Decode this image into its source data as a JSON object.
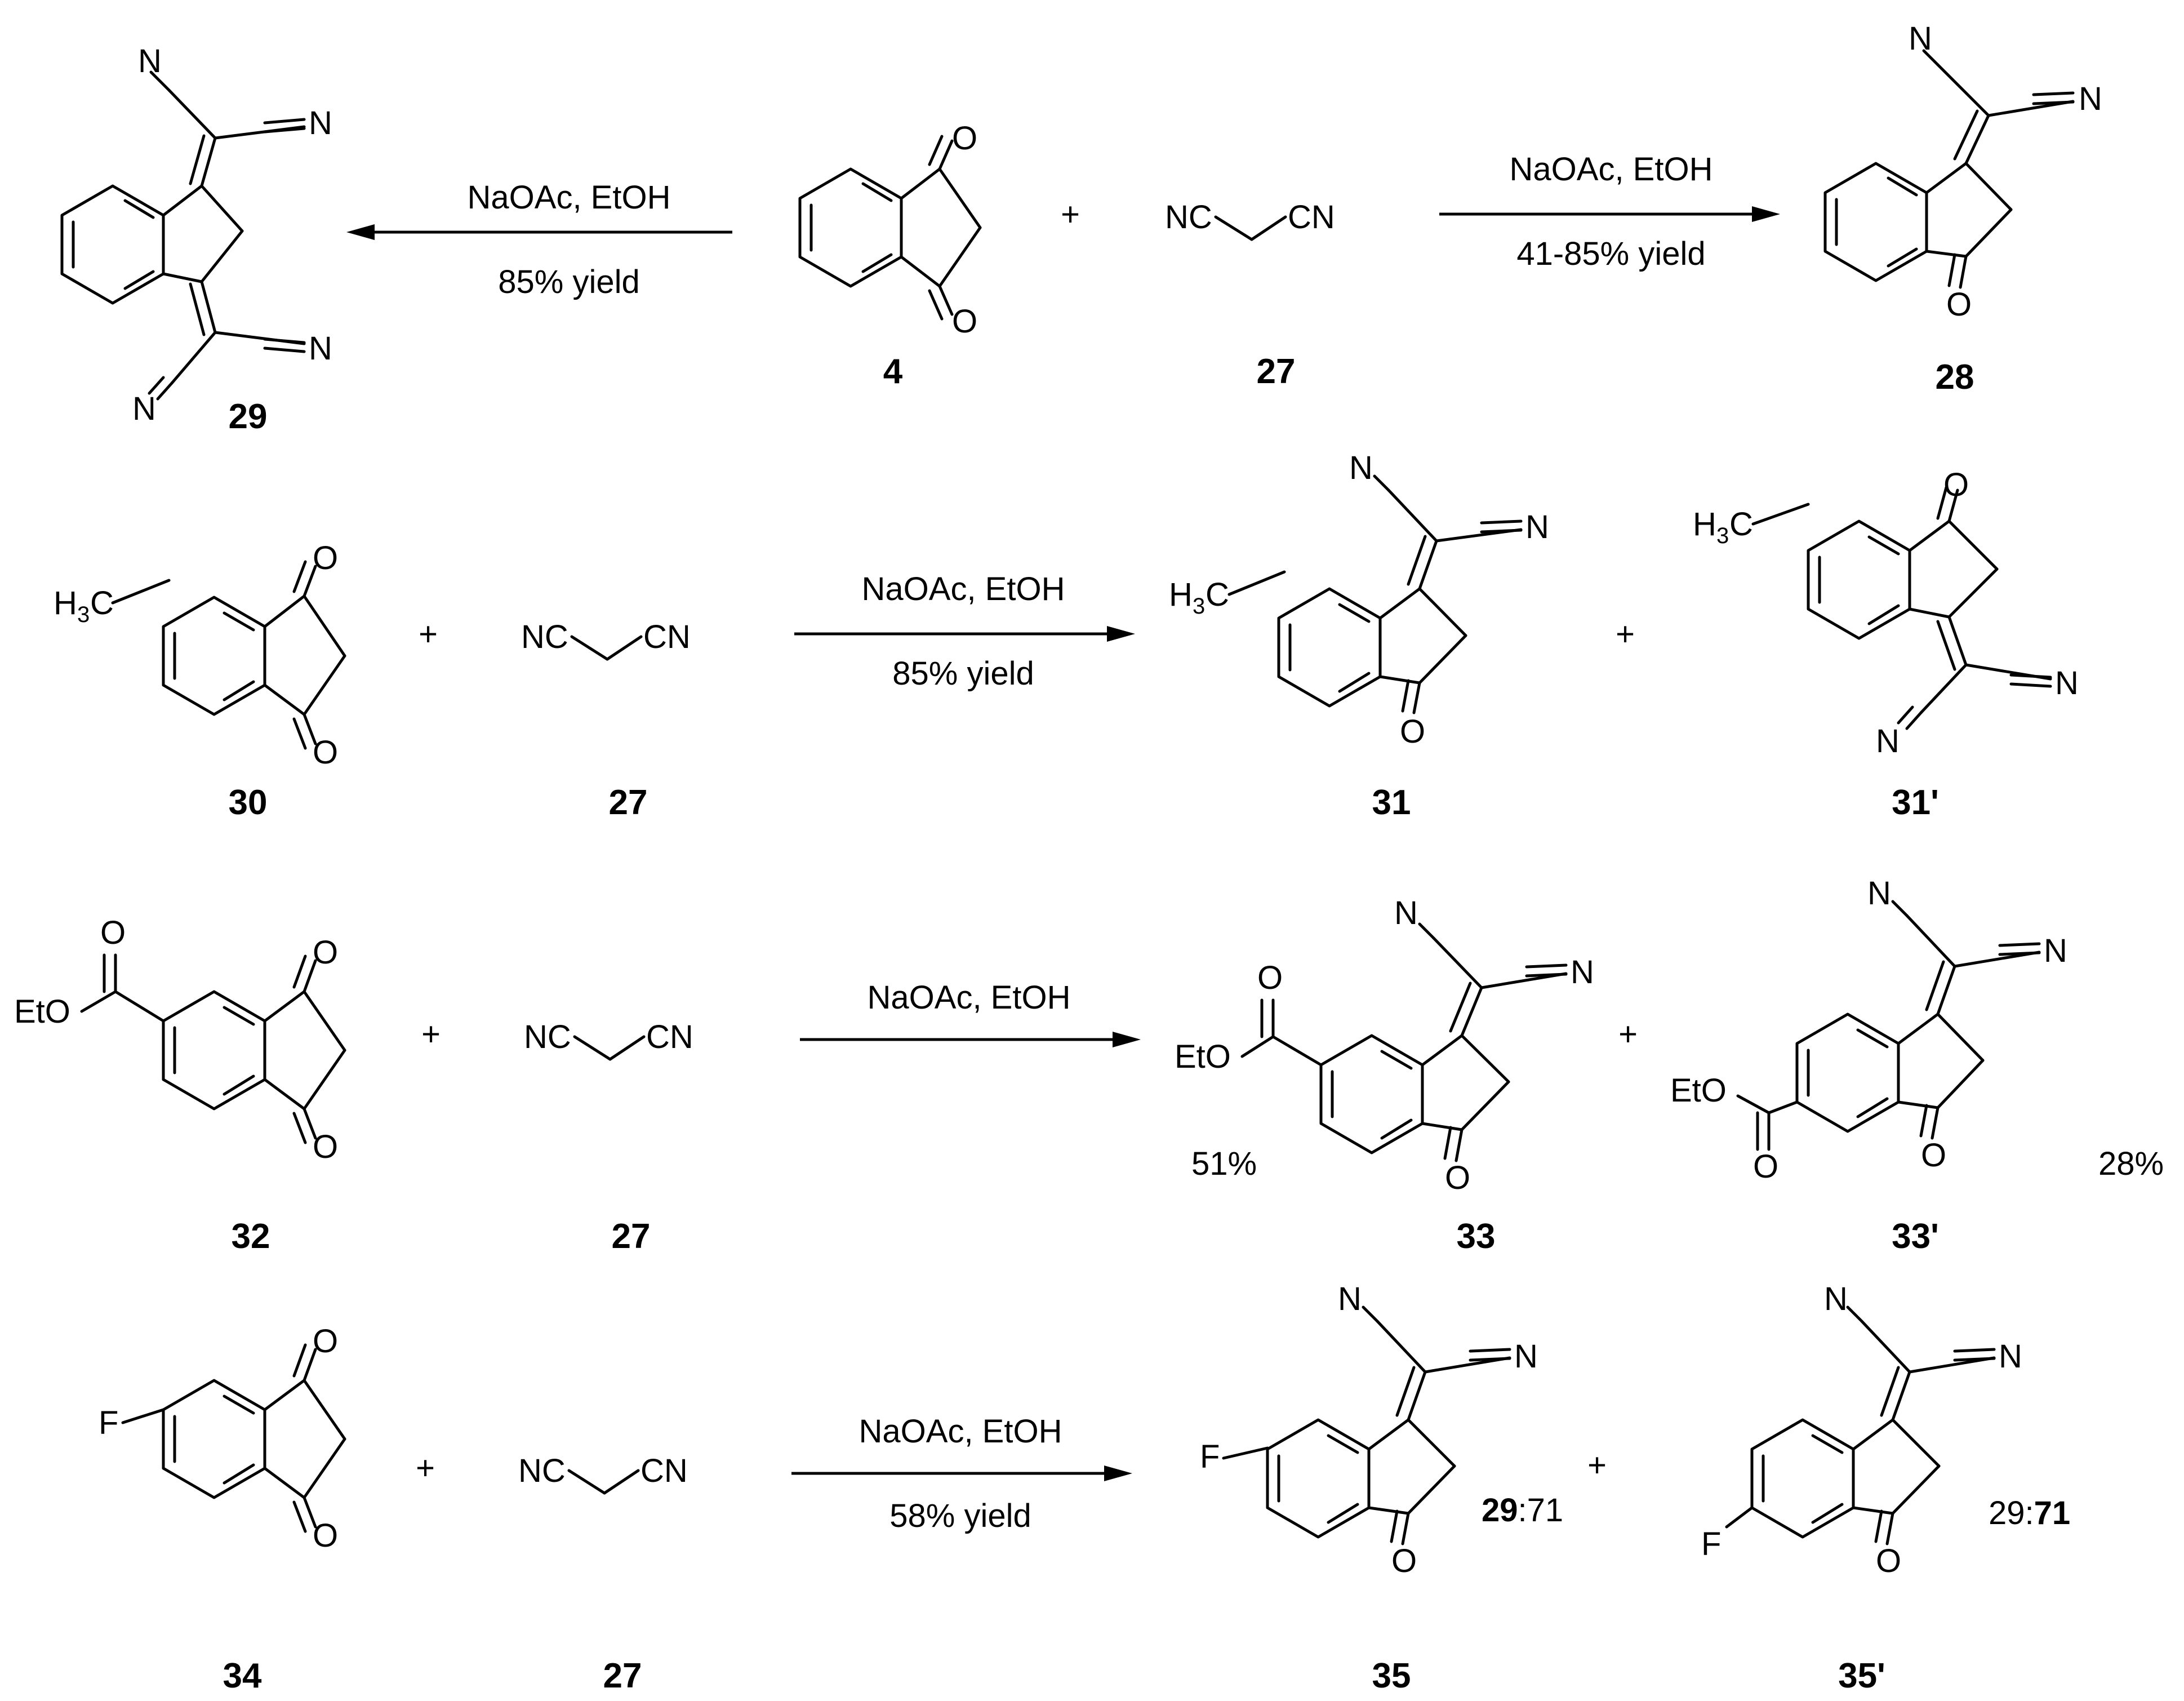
{
  "labels": {
    "c4": "4",
    "c27": "27",
    "c28": "28",
    "c29": "29",
    "c30": "30",
    "c31": "31",
    "c31p": "31'",
    "c32": "32",
    "c33": "33",
    "c33p": "33'",
    "c34": "34",
    "c35": "35",
    "c35p": "35'"
  },
  "conditions": {
    "r1_left_top": "NaOAc, EtOH",
    "r1_left_bottom": "85% yield",
    "r1_right_top": "NaOAc, EtOH",
    "r1_right_bottom": "41-85% yield",
    "r2_top": "NaOAc, EtOH",
    "r2_bottom": "85% yield",
    "r3_top": "NaOAc, EtOH",
    "r4_top": "NaOAc, EtOH",
    "r4_bottom": "58% yield"
  },
  "atoms": {
    "O": "O",
    "N": "N",
    "NC": "NC",
    "CN": "CN",
    "H": "H",
    "three": "3",
    "C": "C",
    "EtO": "EtO",
    "F": "F"
  },
  "yields": {
    "y33": "51%",
    "y33p": "28%",
    "r35_bold": "29",
    "r35_rest": ":71",
    "r35p_rest": "29:",
    "r35p_bold": "71"
  },
  "plus": "+"
}
